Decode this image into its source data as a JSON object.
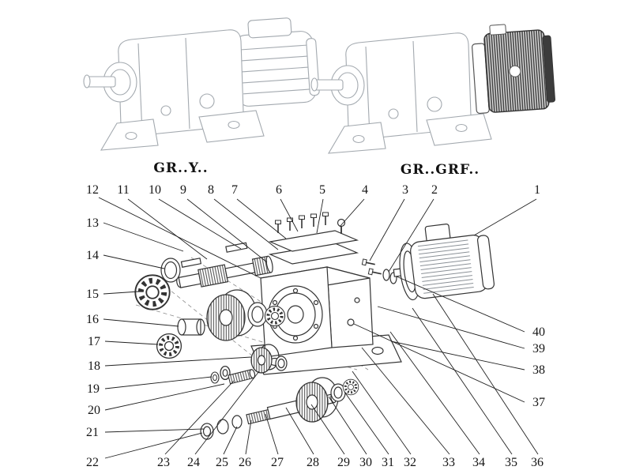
{
  "titles": {
    "left": "GR..Y..",
    "right": "GR..GRF.."
  },
  "callouts": {
    "top": [
      "12",
      "11",
      "10",
      "9",
      "8",
      "7",
      "6",
      "5",
      "4",
      "3",
      "2"
    ],
    "one": "1",
    "left": [
      "13",
      "14",
      "15",
      "16",
      "17",
      "18",
      "19",
      "20",
      "21",
      "22"
    ],
    "bottom": [
      "23",
      "24",
      "25",
      "26",
      "27",
      "28",
      "29",
      "30",
      "31",
      "32",
      "33",
      "34",
      "35",
      "36"
    ],
    "right": [
      "40",
      "39",
      "38",
      "37"
    ]
  },
  "colors": {
    "ink": "#333333",
    "light_line": "#a3a9af",
    "background": "#ffffff"
  }
}
